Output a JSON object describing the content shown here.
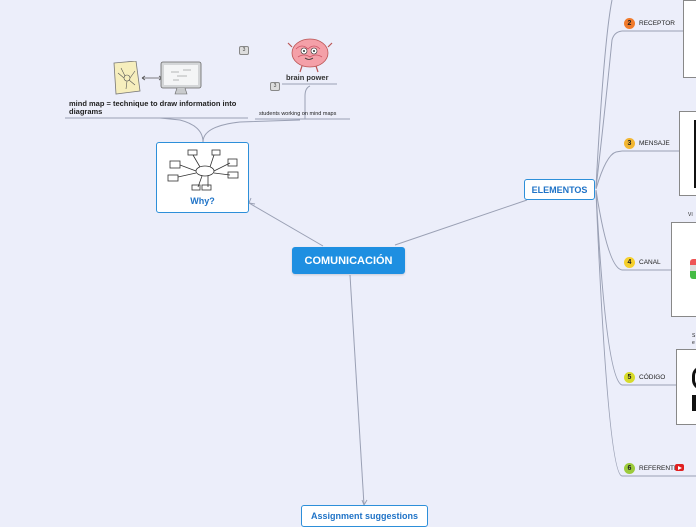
{
  "central_topic": "COMUNICACIÓN",
  "why_node": {
    "label": "Why?"
  },
  "brain_power": {
    "label": "brain power",
    "note_count": "3"
  },
  "mind_map_def": {
    "label": "mind map = technique to draw information into diagrams",
    "note_count": "3"
  },
  "students_working": {
    "label": "students working on mind maps"
  },
  "elementos": {
    "label": "ELEMENTOS"
  },
  "assignment": {
    "label": "Assignment suggestions"
  },
  "elements": [
    {
      "number": "2",
      "label": "RECEPTOR",
      "color": "#f07a2b"
    },
    {
      "number": "3",
      "label": "MENSAJE",
      "color": "#f2b632"
    },
    {
      "number": "4",
      "label": "CANAL",
      "color": "#f5cf2c"
    },
    {
      "number": "5",
      "label": "CÓDIGO",
      "color": "#d7db2a"
    },
    {
      "number": "6",
      "label": "REFERENTE",
      "color": "#9ccb3b"
    }
  ],
  "fragments": {
    "via": "Ví",
    "s": "S",
    "e": "e"
  },
  "colors": {
    "accent": "#1e8fe1",
    "connector": "#9aa0b4",
    "background": "#eceefa"
  }
}
